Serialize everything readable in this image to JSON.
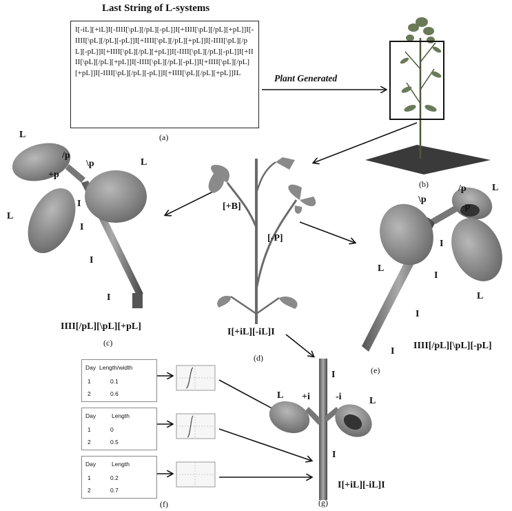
{
  "lsystem": {
    "title": "Last String of L-systems",
    "text": "I[-iL][+iL]I[-IIII[\\pL][/pL][-pL]]I[+IIII[\\pL][/pL][+pL]]I[-IIII[\\pL][/pL][-pL]]I[+IIII[\\pL][/pL][+pL]]I[-IIII[\\pL][/pL][-pL]]I[+IIII[\\pL][/pL][+pL]]I[-IIII[\\pL][/pL][-pL]]I[+IIII[\\pL][/pL][+pL]]I[-IIII[\\pL][/pL][-pL]]I[+IIII[\\pL][/pL][+pL]]I[-IIII[\\pL][/pL][-pL]]I[+IIII[\\pL][/pL][+pL]]IL",
    "caption": "(a)"
  },
  "arrow_label": "Plant Generated",
  "captions": {
    "b": "(b)",
    "c": "(c)",
    "d": "(d)",
    "e": "(e)",
    "f": "(f)",
    "g": "(g)"
  },
  "expressions": {
    "c": "IIII[/pL][\\pL][+pL]",
    "d": "I[+iL][-iL]I",
    "e": "IIII[/pL][\\pL][-pL]",
    "g": "I[+iL][-iL]I"
  },
  "labels_d": {
    "plus_b": "[+B]",
    "minus_p": "[-P]"
  },
  "labels_c": [
    "L",
    "/p",
    "\\p",
    "L",
    "+p",
    "L",
    "I",
    "I",
    "I",
    "I"
  ],
  "labels_e": [
    "L",
    "/p",
    "\\p",
    "-p",
    "I",
    "L",
    "I",
    "L",
    "I",
    "I"
  ],
  "labels_g": [
    "I",
    "L",
    "+i",
    "-i",
    "L",
    "I"
  ],
  "tables": [
    {
      "headers": [
        "Day",
        "Length/width"
      ],
      "rows": [
        [
          "1",
          "0.1"
        ],
        [
          "2",
          "0.6"
        ]
      ]
    },
    {
      "headers": [
        "Day",
        "Length"
      ],
      "rows": [
        [
          "1",
          "0"
        ],
        [
          "2",
          "0.5"
        ]
      ]
    },
    {
      "headers": [
        "Day",
        "Length"
      ],
      "rows": [
        [
          "1",
          "0.2"
        ],
        [
          "2",
          "0.7"
        ]
      ]
    }
  ],
  "colors": {
    "leaf": "#8a8a8a",
    "leaf_dark": "#5a5a5a",
    "stem": "#777777",
    "stem_dark": "#4a4a4a",
    "ground": "#333333"
  }
}
